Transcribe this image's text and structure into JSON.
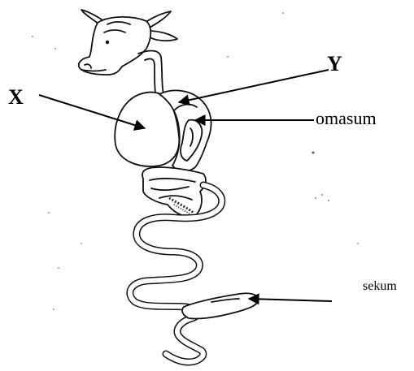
{
  "labels": {
    "x": "X",
    "y": "Y",
    "omasum": "omasum",
    "sekum": "sekum"
  },
  "icons": {
    "cow_head": "cow-head-icon",
    "stomach": "stomach-icon",
    "intestine": "intestine-icon"
  },
  "colors": {
    "ink": "#000000",
    "background": "#ffffff"
  }
}
